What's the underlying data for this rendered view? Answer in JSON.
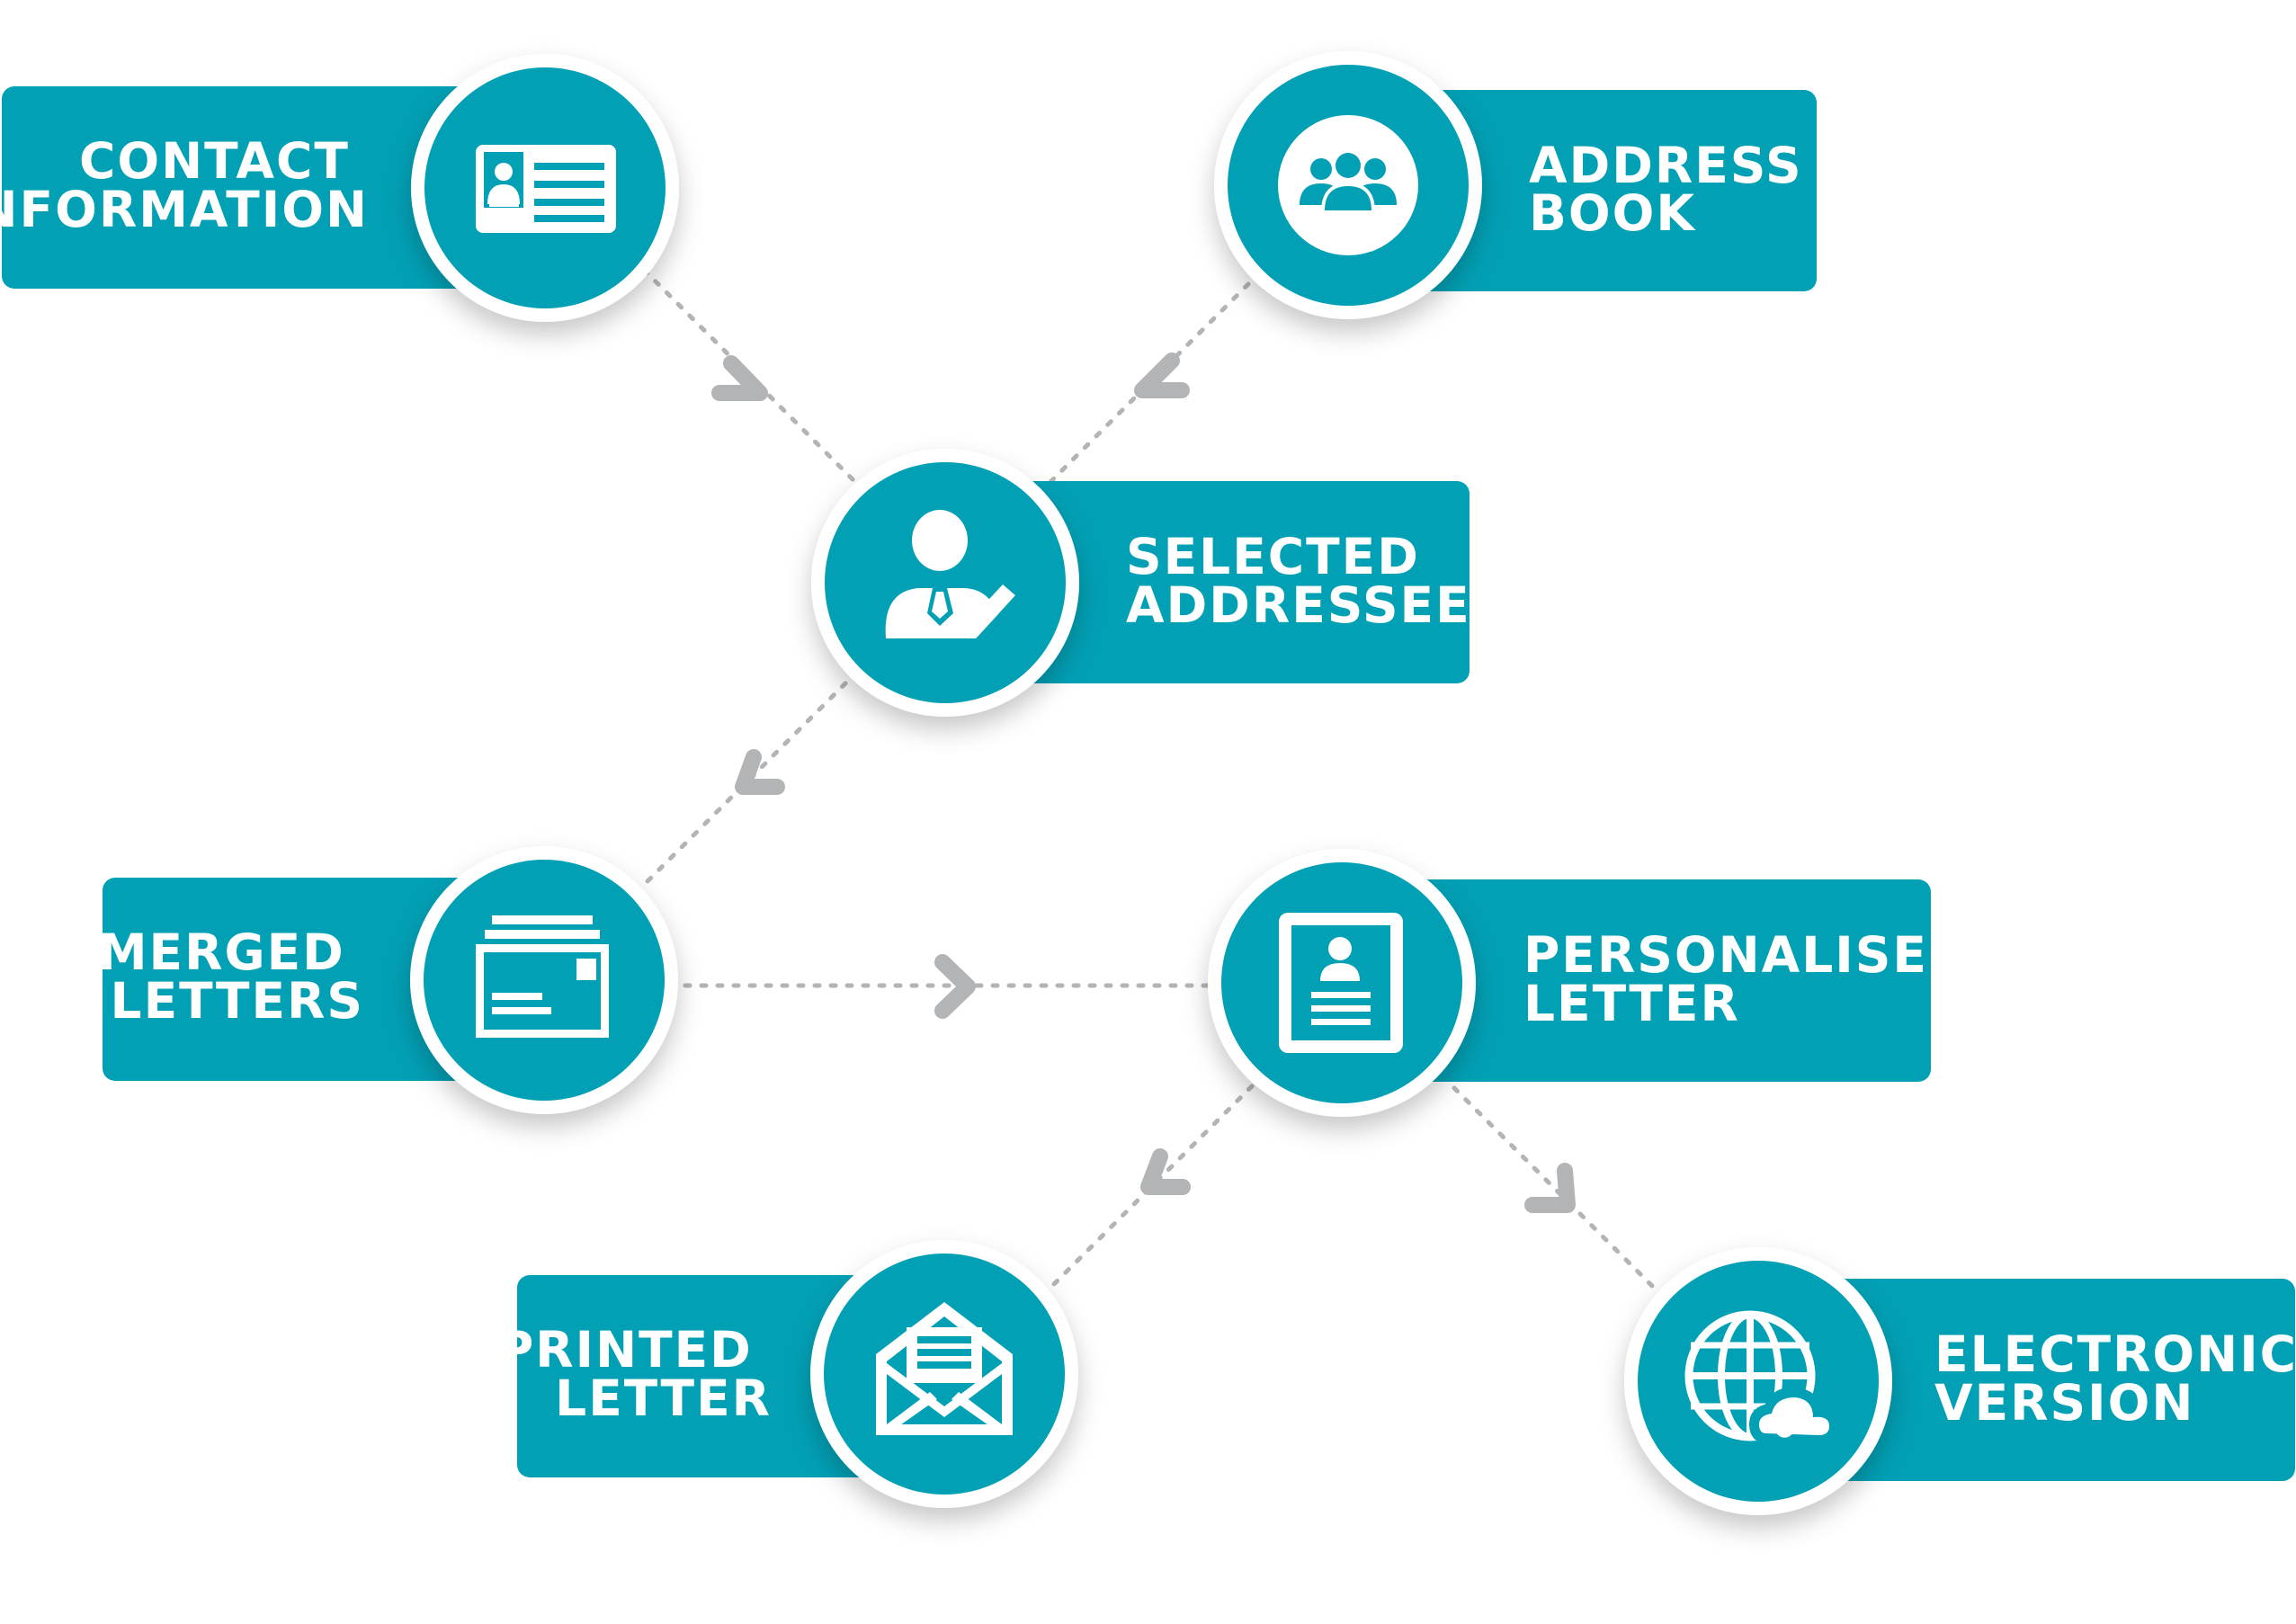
{
  "colors": {
    "accent": "#02a0b5",
    "connector": "#b2b4b6",
    "ring": "#ffffff",
    "label_text": "#ffffff"
  },
  "nodes": {
    "contact_information": {
      "label_lines": [
        "CONTACT",
        "INFORMATION"
      ],
      "icon": "id-card-icon"
    },
    "address_book": {
      "label_lines": [
        "ADDRESS",
        "BOOK"
      ],
      "icon": "group-icon"
    },
    "selected_addressees": {
      "label_lines": [
        "SELECTED",
        "ADDRESSEES"
      ],
      "icon": "person-check-icon"
    },
    "merged_letters": {
      "label_lines": [
        "MERGED",
        "LETTERS"
      ],
      "icon": "letter-stack-icon"
    },
    "personalised_letter": {
      "label_lines": [
        "PERSONALISED",
        "LETTER"
      ],
      "icon": "profile-document-icon"
    },
    "printed_letter": {
      "label_lines": [
        "PRINTED",
        "LETTER"
      ],
      "icon": "open-envelope-icon"
    },
    "electronic_version": {
      "label_lines": [
        "ELECTRONIC",
        "VERSION"
      ],
      "icon": "globe-cloud-icon"
    }
  },
  "flows": [
    {
      "from": "contact_information",
      "to": "selected_addressees"
    },
    {
      "from": "address_book",
      "to": "selected_addressees"
    },
    {
      "from": "selected_addressees",
      "to": "merged_letters"
    },
    {
      "from": "merged_letters",
      "to": "personalised_letter"
    },
    {
      "from": "personalised_letter",
      "to": "printed_letter"
    },
    {
      "from": "personalised_letter",
      "to": "electronic_version"
    }
  ]
}
